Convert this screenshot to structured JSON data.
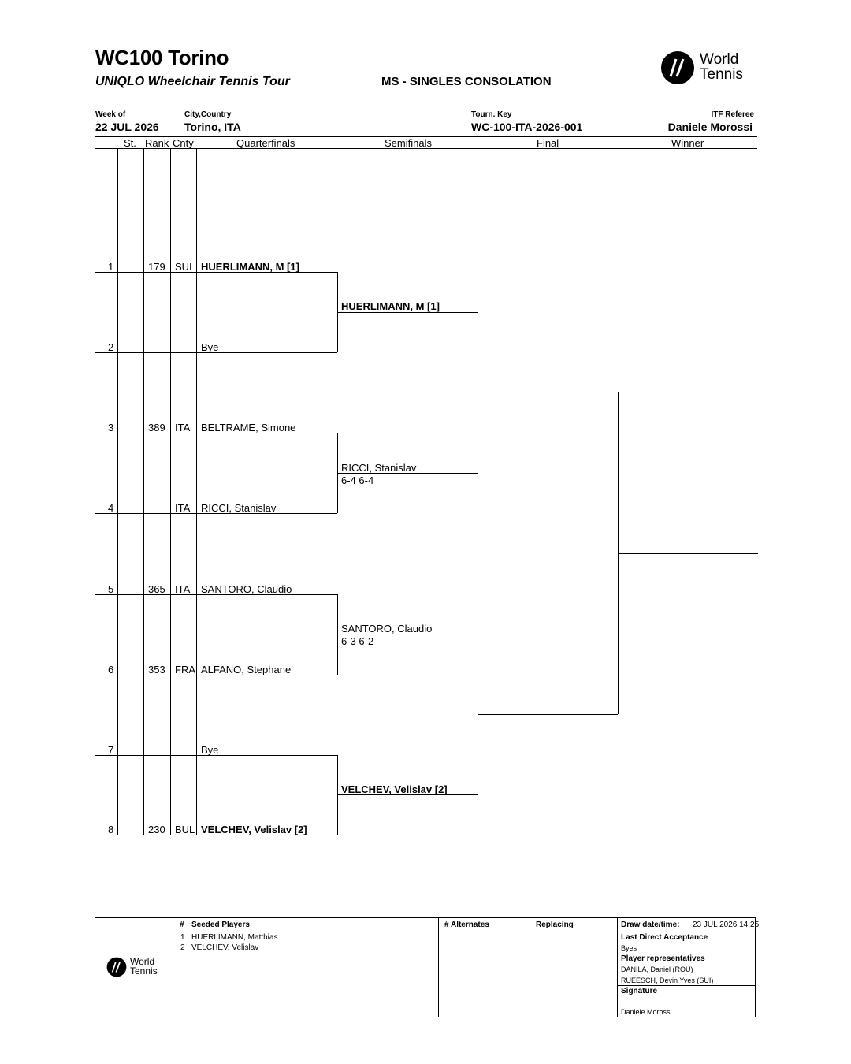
{
  "header": {
    "title": "WC100 Torino",
    "subtitle": "UNIQLO Wheelchair Tennis Tour",
    "event": "MS - SINGLES CONSOLATION",
    "logo_text_1": "World",
    "logo_text_2": "Tennis"
  },
  "info": {
    "week_label": "Week of",
    "week_value": "22 JUL 2026",
    "city_label": "City,Country",
    "city_value": "Torino, ITA",
    "key_label": "Tourn. Key",
    "key_value": "WC-100-ITA-2026-001",
    "ref_label": "ITF Referee",
    "ref_value": "Daniele Morossi"
  },
  "columns": {
    "st": "St.",
    "rank": "Rank",
    "cnty": "Cnty",
    "qf": "Quarterfinals",
    "sf": "Semifinals",
    "final": "Final",
    "winner": "Winner"
  },
  "draw": [
    {
      "pos": "1",
      "rank": "179",
      "cnty": "SUI",
      "name": "HUERLIMANN, M [1]"
    },
    {
      "pos": "2",
      "rank": "",
      "cnty": "",
      "name": "Bye"
    },
    {
      "pos": "3",
      "rank": "389",
      "cnty": "ITA",
      "name": "BELTRAME, Simone"
    },
    {
      "pos": "4",
      "rank": "",
      "cnty": "ITA",
      "name": "RICCI, Stanislav"
    },
    {
      "pos": "5",
      "rank": "365",
      "cnty": "ITA",
      "name": "SANTORO, Claudio"
    },
    {
      "pos": "6",
      "rank": "353",
      "cnty": "FRA",
      "name": "ALFANO, Stephane"
    },
    {
      "pos": "7",
      "rank": "",
      "cnty": "",
      "name": "Bye"
    },
    {
      "pos": "8",
      "rank": "230",
      "cnty": "BUL",
      "name": "VELCHEV, Velislav [2]"
    }
  ],
  "semifinals": [
    {
      "name": "HUERLIMANN, M [1]",
      "score": ""
    },
    {
      "name": "RICCI, Stanislav",
      "score": "6-4 6-4"
    },
    {
      "name": "SANTORO, Claudio",
      "score": "6-3 6-2"
    },
    {
      "name": "VELCHEV, Velislav [2]",
      "score": ""
    }
  ],
  "footer": {
    "hash": "#",
    "seeded_title": "Seeded Players",
    "seeds": [
      {
        "n": "1",
        "name": "HUERLIMANN, Matthias"
      },
      {
        "n": "2",
        "name": "VELCHEV, Velislav"
      }
    ],
    "alternates_title": "# Alternates",
    "replacing_title": "Replacing",
    "draw_date_label": "Draw date/time:",
    "draw_date_value": "23 JUL 2026 14:25",
    "lda_label": "Last Direct Acceptance",
    "lda_value": "Byes",
    "reps_label": "Player representatives",
    "reps": [
      "DANILA, Daniel (ROU)",
      "RUEESCH, Devin Yves (SUI)"
    ],
    "signature_label": "Signature",
    "signature_value": "Daniele Morossi"
  }
}
